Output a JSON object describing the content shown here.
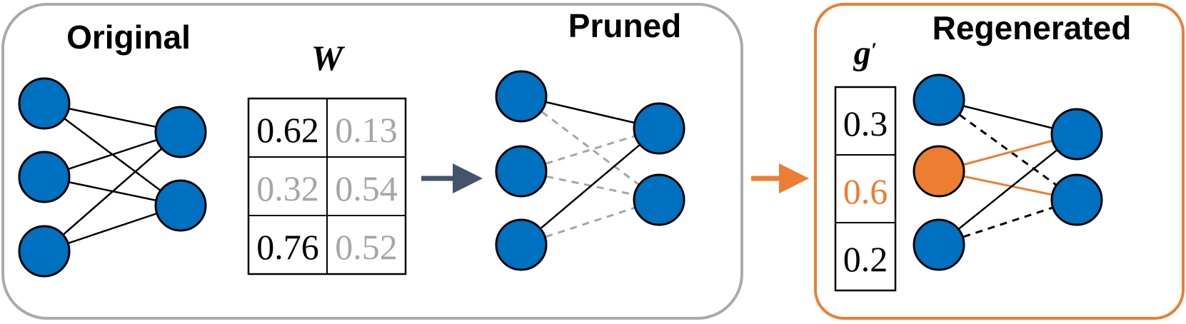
{
  "colors": {
    "node_blue": "#0070c0",
    "node_orange": "#ed7d31",
    "panel_border": "#aaaaaa",
    "regen_border": "#ed7d31",
    "arrow_dark": "#44546a",
    "arrow_orange": "#ed7d31",
    "text_black": "#000000",
    "text_gray": "#a6a6a6",
    "dashed_gray": "#a6a6a6"
  },
  "panels": {
    "original": {
      "title": "Original"
    },
    "pruned": {
      "title": "Pruned"
    },
    "regenerated": {
      "title": "Regenerated"
    }
  },
  "weight_matrix": {
    "label": "W",
    "cells": [
      [
        {
          "text": "0.62",
          "kept": true
        },
        {
          "text": "0.13",
          "kept": false
        }
      ],
      [
        {
          "text": "0.32",
          "kept": false
        },
        {
          "text": "0.54",
          "kept": false
        }
      ],
      [
        {
          "text": "0.76",
          "kept": true
        },
        {
          "text": "0.52",
          "kept": false
        }
      ]
    ]
  },
  "gate_vector": {
    "label": "g",
    "label_prime": "′",
    "cells": [
      {
        "text": "0.3",
        "highlight": false
      },
      {
        "text": "0.6",
        "highlight": true
      },
      {
        "text": "0.2",
        "highlight": false
      }
    ]
  },
  "networks": {
    "original": {
      "input_nodes": [
        "blue",
        "blue",
        "blue"
      ],
      "output_nodes": [
        "blue",
        "blue"
      ],
      "edges": [
        {
          "from": 0,
          "to": 0,
          "style": "solid"
        },
        {
          "from": 0,
          "to": 1,
          "style": "solid"
        },
        {
          "from": 1,
          "to": 0,
          "style": "solid"
        },
        {
          "from": 1,
          "to": 1,
          "style": "solid"
        },
        {
          "from": 2,
          "to": 0,
          "style": "solid"
        },
        {
          "from": 2,
          "to": 1,
          "style": "solid"
        }
      ]
    },
    "pruned": {
      "input_nodes": [
        "blue",
        "blue",
        "blue"
      ],
      "output_nodes": [
        "blue",
        "blue"
      ],
      "edges": [
        {
          "from": 0,
          "to": 0,
          "style": "solid"
        },
        {
          "from": 0,
          "to": 1,
          "style": "dashed-gray"
        },
        {
          "from": 1,
          "to": 0,
          "style": "dashed-gray"
        },
        {
          "from": 1,
          "to": 1,
          "style": "dashed-gray"
        },
        {
          "from": 2,
          "to": 0,
          "style": "solid"
        },
        {
          "from": 2,
          "to": 1,
          "style": "dashed-gray"
        }
      ]
    },
    "regenerated": {
      "input_nodes": [
        "blue",
        "orange",
        "blue"
      ],
      "output_nodes": [
        "blue",
        "blue"
      ],
      "edges": [
        {
          "from": 0,
          "to": 0,
          "style": "solid"
        },
        {
          "from": 0,
          "to": 1,
          "style": "dashed-black"
        },
        {
          "from": 1,
          "to": 0,
          "style": "orange"
        },
        {
          "from": 1,
          "to": 1,
          "style": "orange"
        },
        {
          "from": 2,
          "to": 0,
          "style": "solid"
        },
        {
          "from": 2,
          "to": 1,
          "style": "dashed-black"
        }
      ]
    }
  }
}
